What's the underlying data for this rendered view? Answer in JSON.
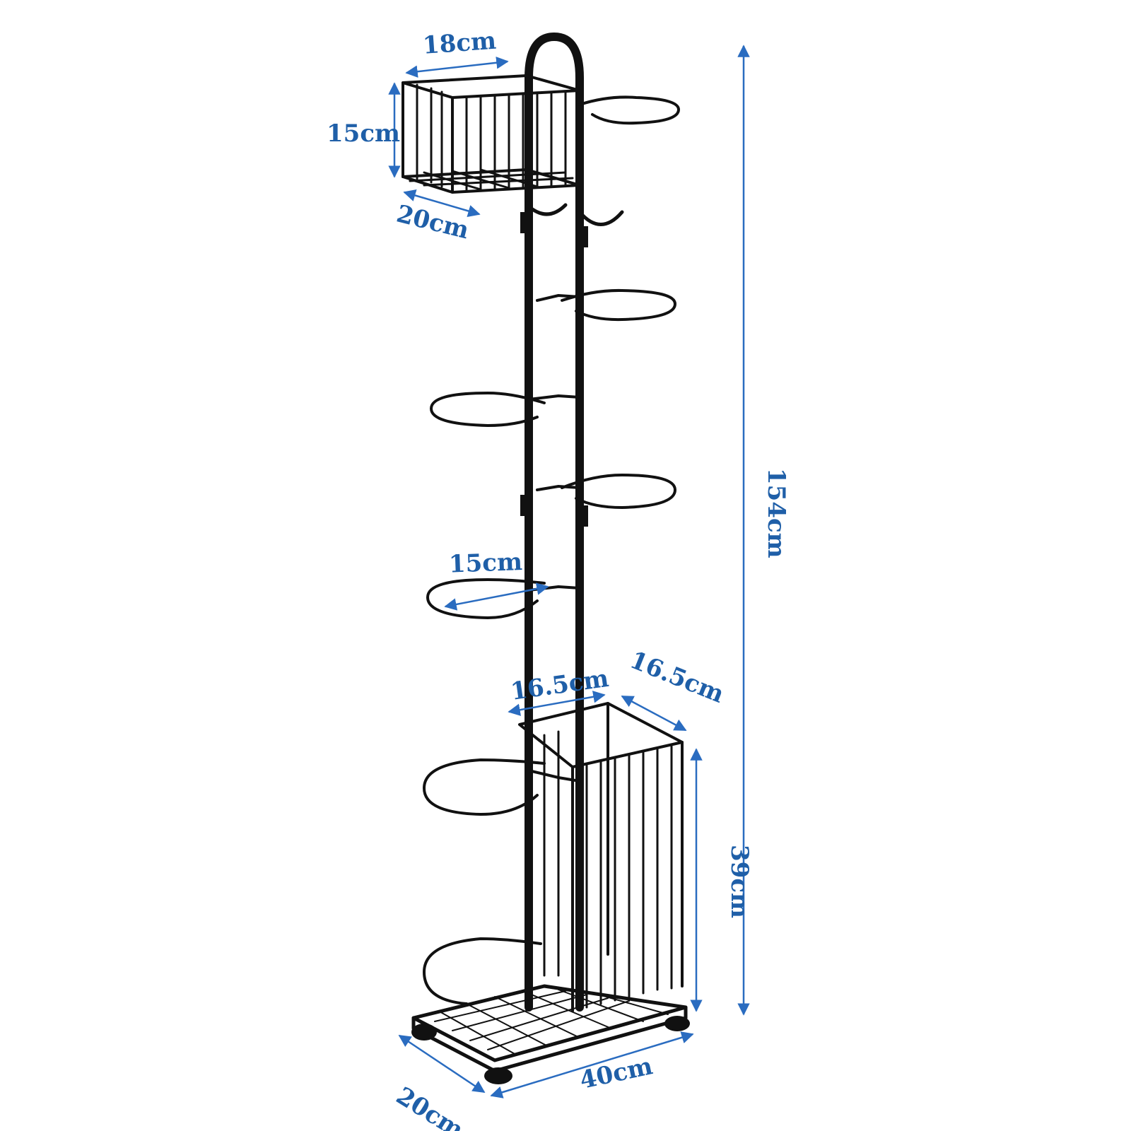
{
  "product": "ball storage rack",
  "colors": {
    "dimension": "#1f5fa8",
    "frame": "#111111",
    "background": "#ffffff"
  },
  "dimensions": {
    "top_basket_width": "18cm",
    "top_basket_height": "15cm",
    "top_basket_depth": "20cm",
    "overall_height": "154cm",
    "ring_diameter": "15cm",
    "bin_width": "16.5cm",
    "bin_depth": "16.5cm",
    "bin_height": "39cm",
    "base_depth": "20cm",
    "base_length": "40cm"
  }
}
